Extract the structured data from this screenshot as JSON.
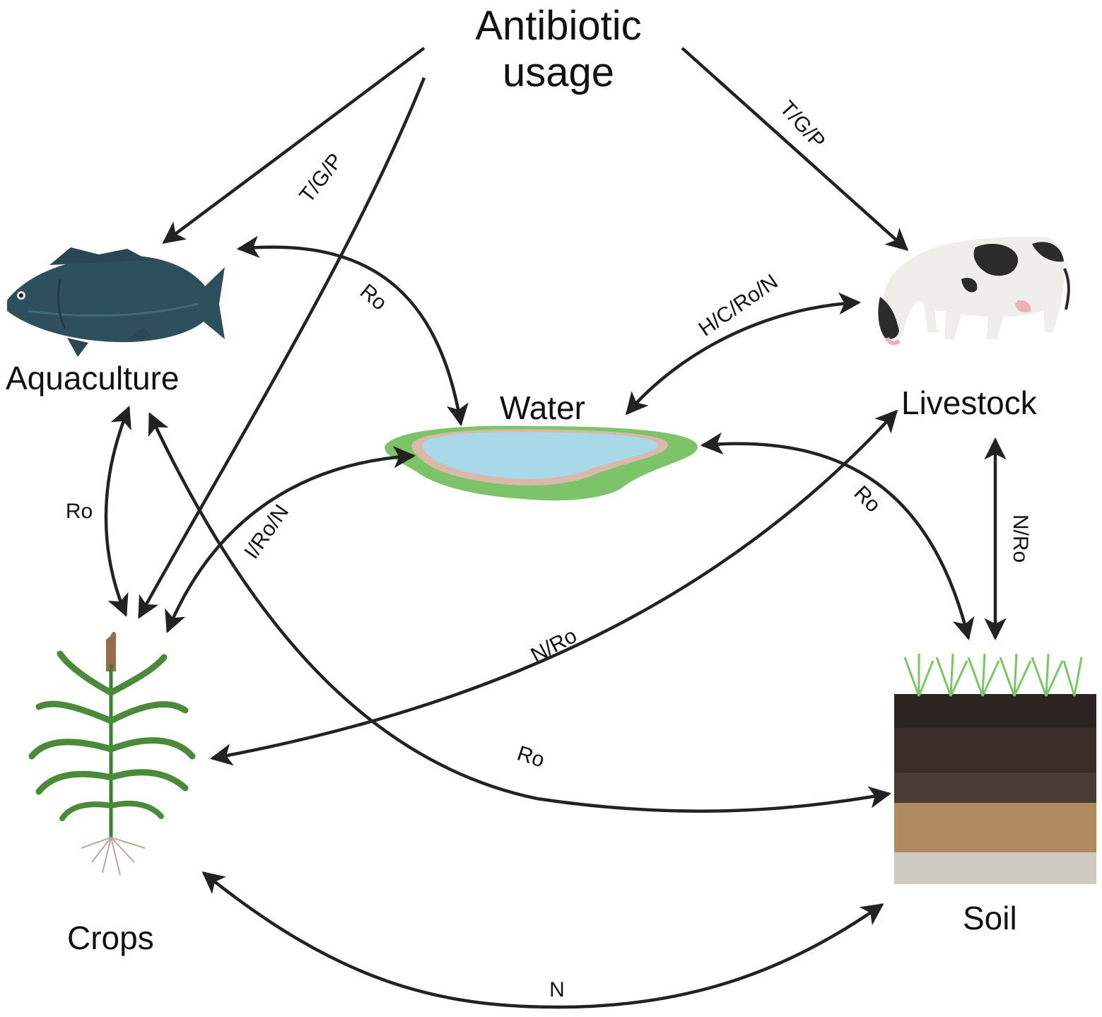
{
  "title": {
    "line1": "Antibiotic",
    "line2": "usage"
  },
  "nodes": {
    "aquaculture": "Aquaculture",
    "water": "Water",
    "livestock": "Livestock",
    "crops": "Crops",
    "soil": "Soil"
  },
  "edges": {
    "usage_aquaculture": "T/G/P",
    "usage_livestock": "T/G/P",
    "aquaculture_water": "Ro",
    "water_livestock": "H/C/Ro/N",
    "aquaculture_crops": "Ro",
    "crops_water": "I/Ro/N",
    "water_soil": "Ro",
    "livestock_soil": "N/Ro",
    "livestock_crops": "N/Ro",
    "aquaculture_soil": "Ro",
    "crops_soil": "N"
  },
  "colors": {
    "arrow": "#222222",
    "fish": "#2e4f5c",
    "water": "#a9d8e8",
    "grass": "#7cc36a",
    "plant": "#4a8a3a",
    "soil_dark": "#2d2320",
    "soil_mid": "#4a3b34",
    "soil_light": "#b08a60"
  }
}
